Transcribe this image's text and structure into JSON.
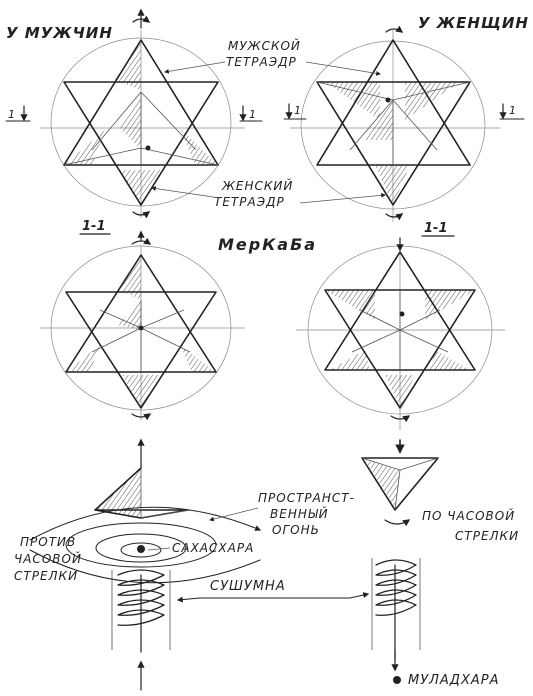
{
  "labels": {
    "men_title": "У МУЖЧИН",
    "women_title": "У ЖЕНЩИН",
    "male_tetra_line1": "МУЖСКОЙ",
    "male_tetra_line2": "ТЕТРАЭДР",
    "female_tetra_line1": "ЖЕНСКИЙ",
    "female_tetra_line2": "ТЕТРАЭДР",
    "section_mark": "1",
    "section_label": "1-1",
    "merkaba": "МерКаБа",
    "space_fire_line1": "ПРОСТРАНСТ-",
    "space_fire_line2": "ВЕННЫЙ",
    "space_fire_line3": "ОГОНЬ",
    "counter_line1": "ПРОТИВ",
    "counter_line2": "ЧАСОВОЙ",
    "counter_line3": "СТРЕЛКИ",
    "sahasrara": "САХАСХАРА",
    "sushumna": "СУШУМНА",
    "clockwise_line1": "ПО ЧАСОВОЙ",
    "clockwise_line2": "СТРЕЛКИ",
    "muladhara": "МУЛАДХАРА"
  },
  "colors": {
    "ink": "#222222",
    "paper": "#ffffff"
  }
}
